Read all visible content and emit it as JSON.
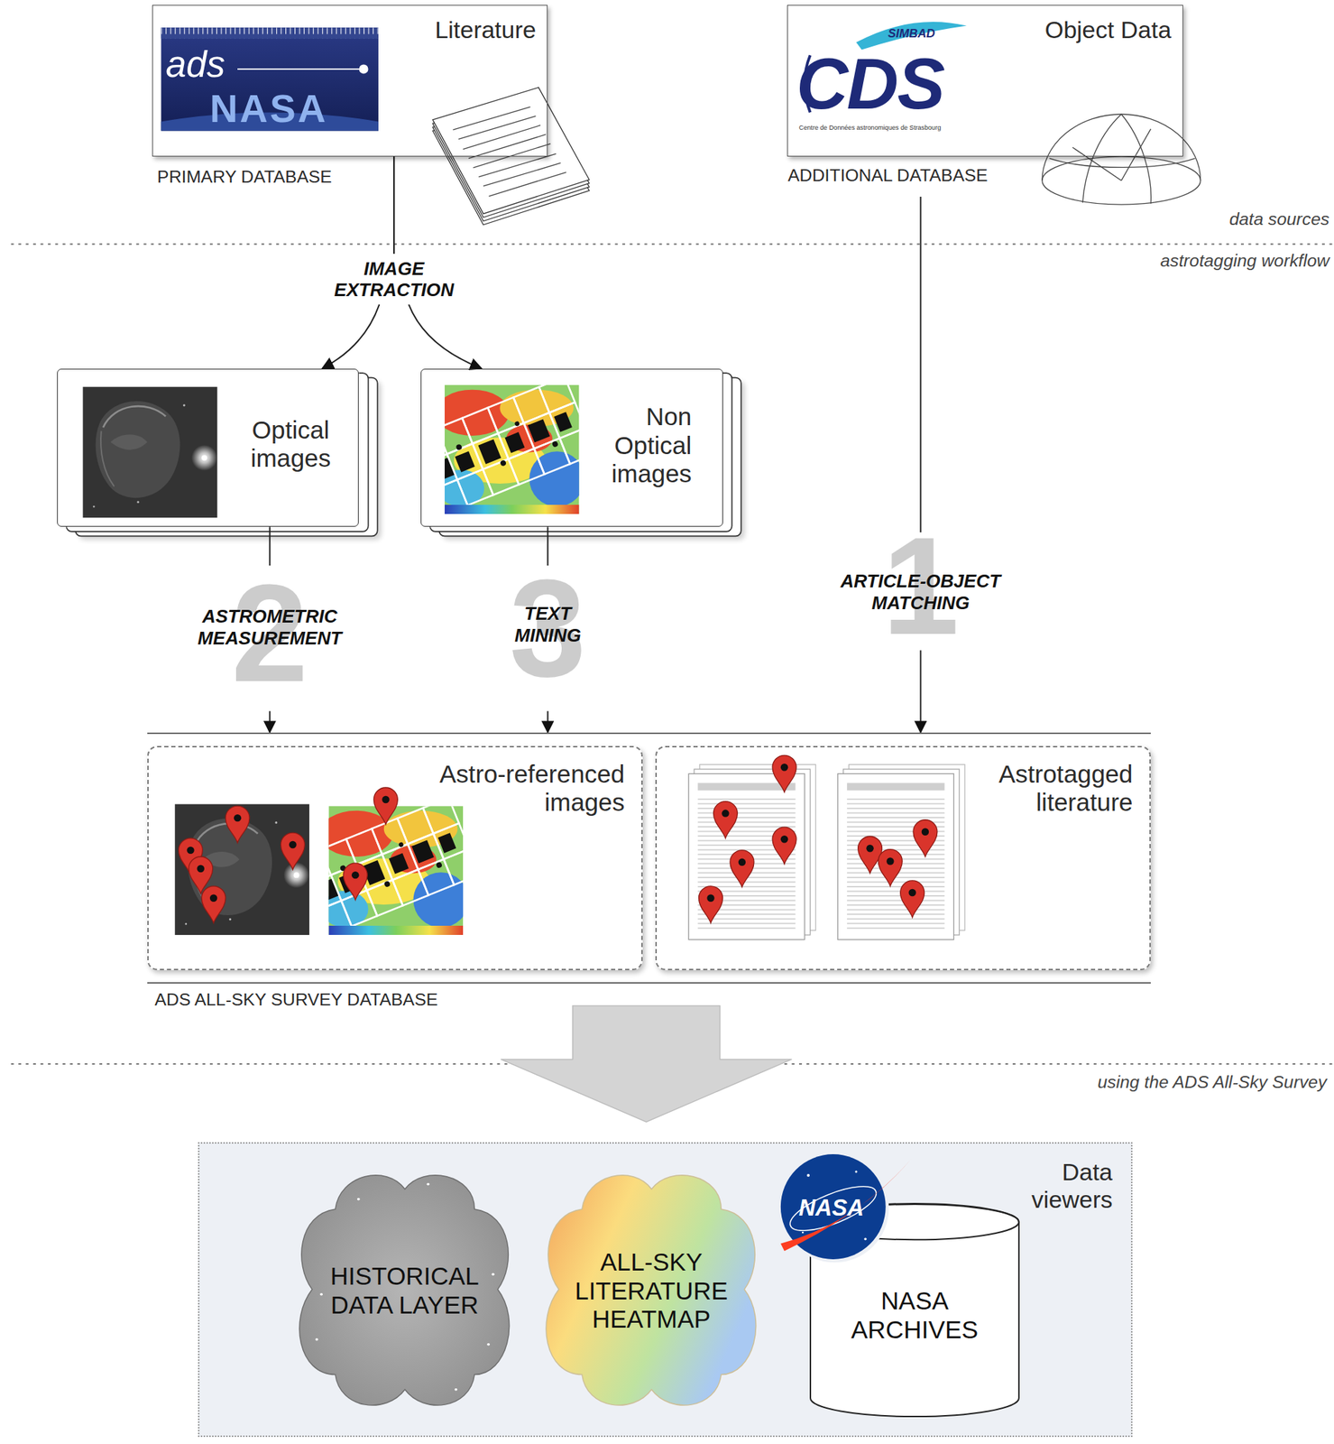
{
  "diagram": {
    "nodes": [
      {
        "text": [
          "Literature",
          "PRIMARY DATABASE"
        ]
      },
      {
        "text": [
          "Object Data",
          "ADDITIONAL DATABASE"
        ]
      },
      {
        "text": [
          "Optical images"
        ]
      },
      {
        "text": [
          "Non Optical images"
        ]
      },
      {
        "text": [
          "ADS ALL-SKY SURVEY DATABASE"
        ]
      },
      {
        "text": [
          "Astro-referenced images"
        ],
        "in": 4
      },
      {
        "text": [
          "Astrotagged literature"
        ],
        "in": 4
      },
      {
        "text": [
          "Data viewers"
        ]
      },
      {
        "text": [
          "HISTORICAL DATA LAYER"
        ],
        "in": 7
      },
      {
        "text": [
          "ALL-SKY LITERATURE HEATMAP"
        ],
        "in": 7
      },
      {
        "text": [
          "NASA ARCHIVES"
        ],
        "in": 7
      }
    ],
    "edges": [
      {
        "from": 0,
        "to": 2,
        "arrow": "to"
      },
      {
        "from": 0,
        "to": 3,
        "arrow": "to"
      },
      {
        "from": 2,
        "to": 4,
        "label": "ASTROMETRIC MEASUREMENT",
        "arrow": "to"
      },
      {
        "from": 3,
        "to": 4,
        "label": "TEXT MINING",
        "arrow": "to"
      },
      {
        "from": 1,
        "to": 4,
        "label": "ARTICLE-OBJECT MATCHING",
        "arrow": "to"
      },
      {
        "from": 4,
        "to": 7,
        "arrow": "to"
      }
    ],
    "labels": [
      "ads",
      "NASA",
      "SIMBAD",
      "CDS",
      "Centre de Données astronomiques de Strasbourg",
      "data sources",
      "astrotagging workflow",
      "IMAGE EXTRACTION",
      "2",
      "3",
      "1",
      "using the ADS All-Sky Survey",
      "NASA"
    ]
  }
}
